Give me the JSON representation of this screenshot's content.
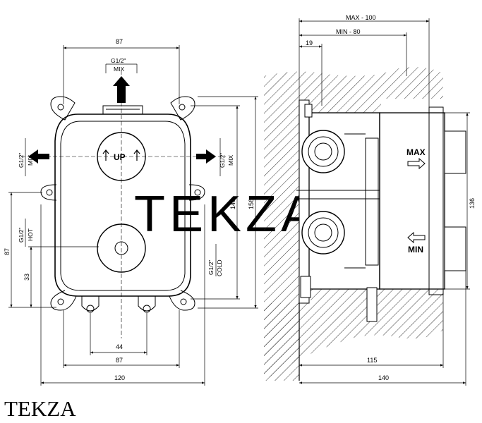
{
  "front_view": {
    "top_width": "87",
    "mix_top": {
      "thread": "G1/2\"",
      "label": "MIX"
    },
    "mix_left": {
      "thread": "G1/2\"",
      "label": "MIX"
    },
    "mix_right": {
      "thread": "G1/2\"",
      "label": "MIX"
    },
    "hot": {
      "thread": "G1/2\"",
      "label": "HOT"
    },
    "cold": {
      "thread": "G1/2\"",
      "label": "COLD"
    },
    "up_label": "UP",
    "height_outer": "140",
    "height_inner": "156",
    "left_height": "87",
    "left_offset": "33",
    "bottom_inner": "44",
    "bottom_mid": "87",
    "bottom_total": "120"
  },
  "side_view": {
    "max_depth": "MAX - 100",
    "min_depth": "MIN - 80",
    "wall_offset": "19",
    "max_label": "MAX",
    "min_label": "MIN",
    "height": "136",
    "depth_body": "115",
    "depth_total": "140"
  },
  "watermark": "TEKZA",
  "brand": "TEKZA"
}
